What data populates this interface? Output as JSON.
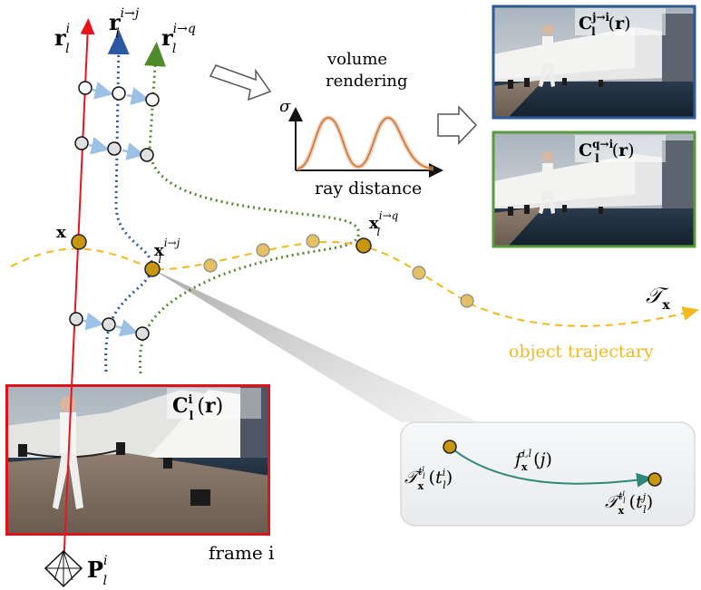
{
  "rays": {
    "source_label": "r_l^i",
    "target_j_label": "r_l^{i→j}",
    "target_q_label": "r_l^{i→q}"
  },
  "points": {
    "x_label": "x",
    "x_j_label": "x_l^{i→j}",
    "x_q_label": "x_l^{i→q}"
  },
  "trajectory": {
    "symbol": "T_x",
    "caption": "object trajectary"
  },
  "volume_rendering": {
    "title_line1": "volume",
    "title_line2": "rendering",
    "y_axis_symbol": "σ",
    "x_axis_label": "ray distance"
  },
  "frames": {
    "rendered_j_label": "C_l^{j→i}(r)",
    "rendered_q_label": "C_l^{q→i}(r)",
    "source_label": "C_l^i(r)",
    "source_caption": "frame i"
  },
  "camera": {
    "label": "P_l^i"
  },
  "inset": {
    "start_label": "T_x^{t_l^i}(t_l^i)",
    "function_label": "f_x^{i,l}(j)",
    "end_label": "T_x^{t_l^i}(t_l^j)"
  },
  "colors": {
    "ray_red": "#e8141a",
    "ray_blue": "#2b58a5",
    "ray_green": "#4f8a2d",
    "trajectory": "#f1b91f",
    "point_fill": "#c9960f",
    "flow_arrow": "#9cc1e4",
    "frame_blue": "#2e5b93",
    "frame_green": "#5b9a3e",
    "frame_red": "#e1121a",
    "inset_arrow": "#2e8a78",
    "density_curve": "#e9a06e"
  }
}
